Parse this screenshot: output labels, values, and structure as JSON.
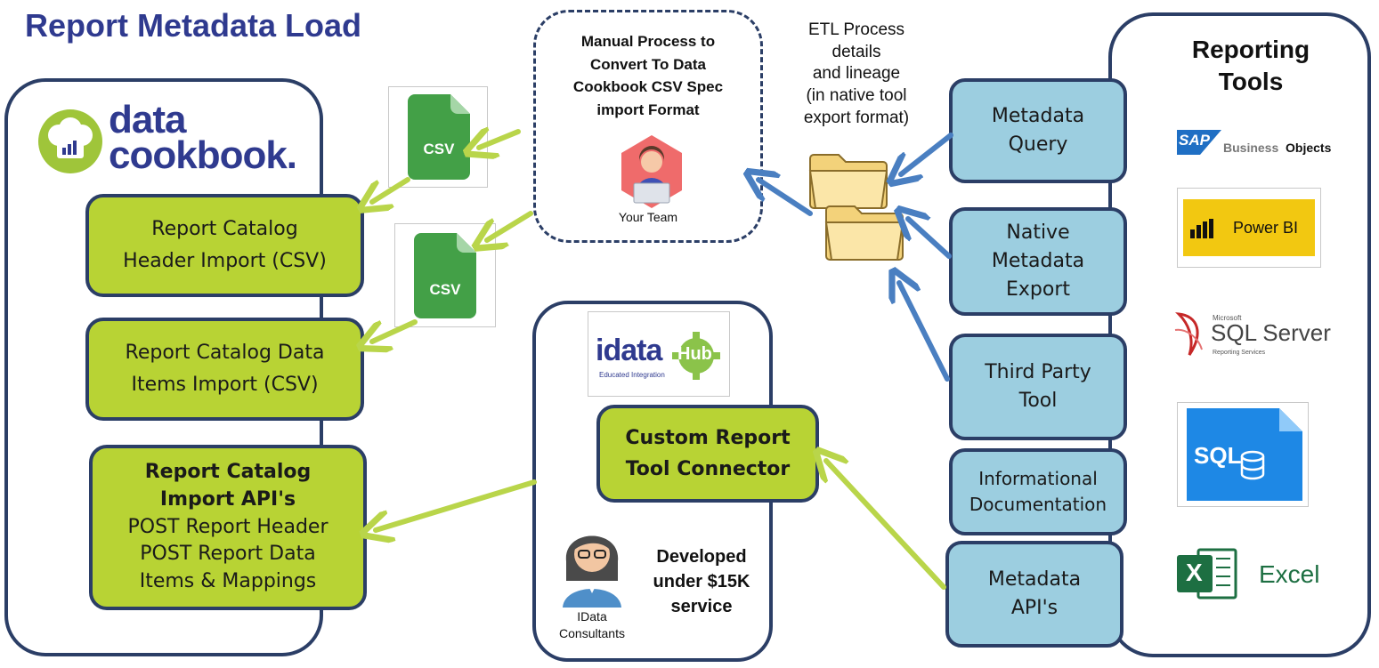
{
  "title": "Report Metadata Load",
  "datacookbook": {
    "word1": "data",
    "word2": "cookbook."
  },
  "left_boxes": {
    "header_import": "Report Catalog\nHeader Import (CSV)",
    "data_items_import": "Report Catalog Data\nItems Import (CSV)",
    "api_title": "Report Catalog\nImport API's",
    "api_lines": "POST Report Header\nPOST Report Data\nItems & Mappings"
  },
  "csv_label": "CSV",
  "manual_process": {
    "text": "Manual Process to\nConvert To Data\nCookbook CSV Spec\nimport Format",
    "caption": "Your Team"
  },
  "etl_label": "ETL Process\ndetails\nand lineage\n(in native tool\nexport format)",
  "idata": {
    "logo_letters": "idata",
    "logo_hub": "Hub",
    "logo_tagline": "Educated Integration",
    "connector": "Custom Report\nTool Connector",
    "developed": "Developed\nunder $15K\nservice",
    "consultants": "IData\nConsultants"
  },
  "sources": [
    "Metadata\nQuery",
    "Native\nMetadata\nExport",
    "Third Party\nTool",
    "Informational\nDocumentation",
    "Metadata\nAPI's"
  ],
  "reporting_tools": {
    "title": "Reporting\nTools",
    "sap_badge": "SAP",
    "sap_text_a": "Business",
    "sap_text_b": "Objects",
    "powerbi": "Power BI",
    "sql_ms": "Microsoft",
    "sql_name": "SQL Server",
    "sql_sub": "Reporting Services",
    "sql_icon": "SQL",
    "excel_icon": "X",
    "excel": "Excel"
  },
  "colors": {
    "navy": "#2b3e66",
    "green": "#b8d334",
    "blue": "#9ccee0",
    "arrow_blue": "#4a7fc1",
    "arrow_green": "#b9d54a",
    "title": "#2f3a8f"
  }
}
